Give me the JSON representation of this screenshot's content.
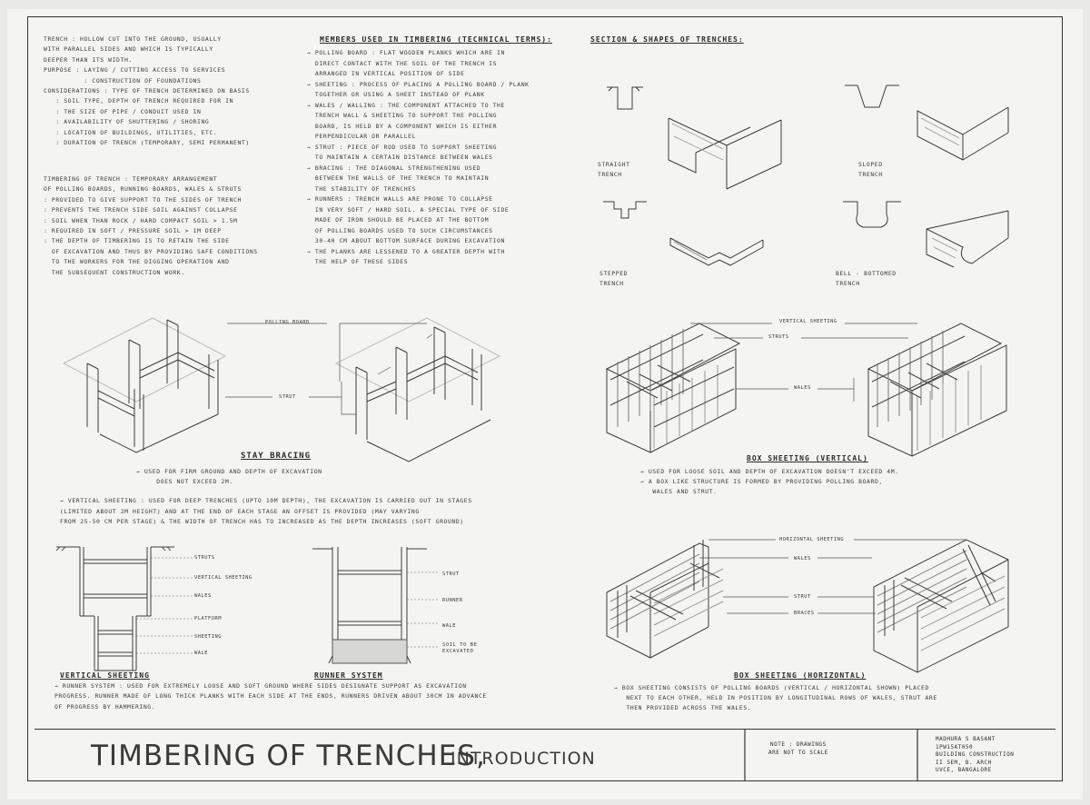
{
  "title": {
    "main": "TIMBERING OF TRENCHES,",
    "sub": "INTRODUCTION"
  },
  "note": "NOTE : DRAWINGS\nARE NOT TO SCALE",
  "author": "MADHURA S BASANT\n1PW15AT050\nBUILDING CONSTRUCTION\nII SEM, B. ARCH\nUVCE, BANGALORE",
  "intro": {
    "trench_block": "TRENCH : HOLLOW CUT INTO THE GROUND, USUALLY\nWITH PARALLEL SIDES AND WHICH IS TYPICALLY\nDEEPER THAN ITS WIDTH.\nPURPOSE : LAYING / CUTTING ACCESS TO SERVICES\n          : CONSTRUCTION OF FOUNDATIONS\nCONSIDERATIONS : TYPE OF TRENCH DETERMINED ON BASIS\n   : SOIL TYPE, DEPTH OF TRENCH REQUIRED FOR IN\n   : THE SIZE OF PIPE / CONDUIT USED IN\n   : AVAILABILITY OF SHUTTERING / SHORING\n   : LOCATION OF BUILDINGS, UTILITIES, ETC.\n   : DURATION OF TRENCH (TEMPORARY, SEMI PERMANENT)",
    "timbering_block": "TIMBERING OF TRENCH : TEMPORARY ARRANGEMENT\nOF POLLING BOARDS, RUNNING BOARDS, WALES & STRUTS\n: PROVIDED TO GIVE SUPPORT TO THE SIDES OF TRENCH\n: PREVENTS THE TRENCH SIDE SOIL AGAINST COLLAPSE\n: SOIL WHEN THAN ROCK / HARD COMPACT SOIL > 1.5M\n: REQUIRED IN SOFT / PRESSURE SOIL > 1M DEEP\n: THE DEPTH OF TIMBERING IS TO RETAIN THE SIDE\n  OF EXCAVATION AND THUS BY PROVIDING SAFE CONDITIONS\n  TO THE WORKERS FOR THE DIGGING OPERATION AND\n  THE SUBSEQUENT CONSTRUCTION WORK."
  },
  "members": {
    "heading": "MEMBERS USED IN TIMBERING (TECHNICAL TERMS):",
    "text": "→ POLLING BOARD : FLAT WOODEN PLANKS WHICH ARE IN\n  DIRECT CONTACT WITH THE SOIL OF THE TRENCH IS\n  ARRANGED IN VERTICAL POSITION OF SIDE\n→ SHEETING : PROCESS OF PLACING A POLLING BOARD / PLANK\n  TOGETHER OR USING A SHEET INSTEAD OF PLANK\n→ WALES / WALLING : THE COMPONENT ATTACHED TO THE\n  TRENCH WALL & SHEETING TO SUPPORT THE POLLING\n  BOARD, IS HELD BY A COMPONENT WHICH IS EITHER\n  PERPENDICULAR OR PARALLEL\n→ STRUT : PIECE OF ROD USED TO SUPPORT SHEETING\n  TO MAINTAIN A CERTAIN DISTANCE BETWEEN WALES\n→ BRACING : THE DIAGONAL STRENGTHENING USED\n  BETWEEN THE WALLS OF THE TRENCH TO MAINTAIN\n  THE STABILITY OF TRENCHES\n→ RUNNERS : TRENCH WALLS ARE PRONE TO COLLAPSE\n  IN VERY SOFT / HARD SOIL. A SPECIAL TYPE OF SIDE\n  MADE OF IRON SHOULD BE PLACED AT THE BOTTOM\n  OF POLLING BOARDS USED TO SUCH CIRCUMSTANCES\n  30-40 CM ABOUT BOTTOM SURFACE DURING EXCAVATION\n→ THE PLANKS ARE LESSENED TO A GREATER DEPTH WITH\n  THE HELP OF THESE SIDES"
  },
  "shapes": {
    "heading": "SECTION & SHAPES OF TRENCHES:",
    "labels": [
      "STRAIGHT\nTRENCH",
      "SLOPED\nTRENCH",
      "STEPPED\nTRENCH",
      "BELL - BOTTOMED\nTRENCH"
    ]
  },
  "stay_bracing": {
    "heading": "STAY BRACING",
    "labels": [
      "POLLING BOARD",
      "STRUT"
    ],
    "caption": "→ USED FOR FIRM GROUND AND DEPTH OF EXCAVATION\n     DOES NOT EXCEED 2M."
  },
  "box_vertical": {
    "heading": "BOX SHEETING (VERTICAL)",
    "labels": [
      "VERTICAL SHEETING",
      "STRUTS",
      "WALES"
    ],
    "caption": "→ USED FOR LOOSE SOIL AND DEPTH OF EXCAVATION DOESN'T EXCEED 4M.\n→ A BOX LIKE STRUCTURE IS FORMED BY PROVIDING POLLING BOARD,\n   WALES AND STRUT."
  },
  "vertical_shoring_text": "→ VERTICAL SHEETING : USED FOR DEEP TRENCHES (UPTO 10M DEPTH), THE EXCAVATION IS CARRIED OUT IN STAGES\n(LIMITED ABOUT 2M HEIGHT) AND AT THE END OF EACH STAGE AN OFFSET IS PROVIDED (MAY VARYING\nFROM 25-50 CM PER STAGE) & THE WIDTH OF TRENCH HAS TO INCREASED AS THE DEPTH INCREASES (SOFT GROUND)",
  "vertical_sheeting": {
    "heading": "VERTICAL SHEETING",
    "labels": [
      "STRUTS",
      "VERTICAL SHEETING",
      "WALES",
      "PLATFORM",
      "SHEETING",
      "WALE"
    ]
  },
  "runner_system": {
    "heading": "RUNNER SYSTEM",
    "labels": [
      "STRUT",
      "RUNNER",
      "WALE",
      "SOIL TO BE\nEXCAVATED"
    ],
    "caption": "→ RUNNER SYSTEM : USED FOR EXTREMELY LOOSE AND SOFT GROUND WHERE SIDES DESIGNATE SUPPORT AS EXCAVATION\nPROGRESS. RUNNER MADE OF LONG THICK PLANKS WITH EACH SIDE AT THE ENDS, RUNNERS DRIVEN ABOUT 30CM IN ADVANCE\nOF PROGRESS BY HAMMERING."
  },
  "box_horizontal": {
    "heading": "BOX SHEETING (HORIZONTAL)",
    "labels": [
      "HORIZONTAL SHEETING",
      "WALES",
      "STRUT",
      "BRACES"
    ],
    "caption": "→ BOX SHEETING CONSISTS OF POLLING BOARDS (VERTICAL / HORIZONTAL SHOWN) PLACED\n   NEXT TO EACH OTHER, HELD IN POSITION BY LONGITUDINAL ROWS OF WALES, STRUT ARE\n   THEN PROVIDED ACROSS THE WALES."
  }
}
